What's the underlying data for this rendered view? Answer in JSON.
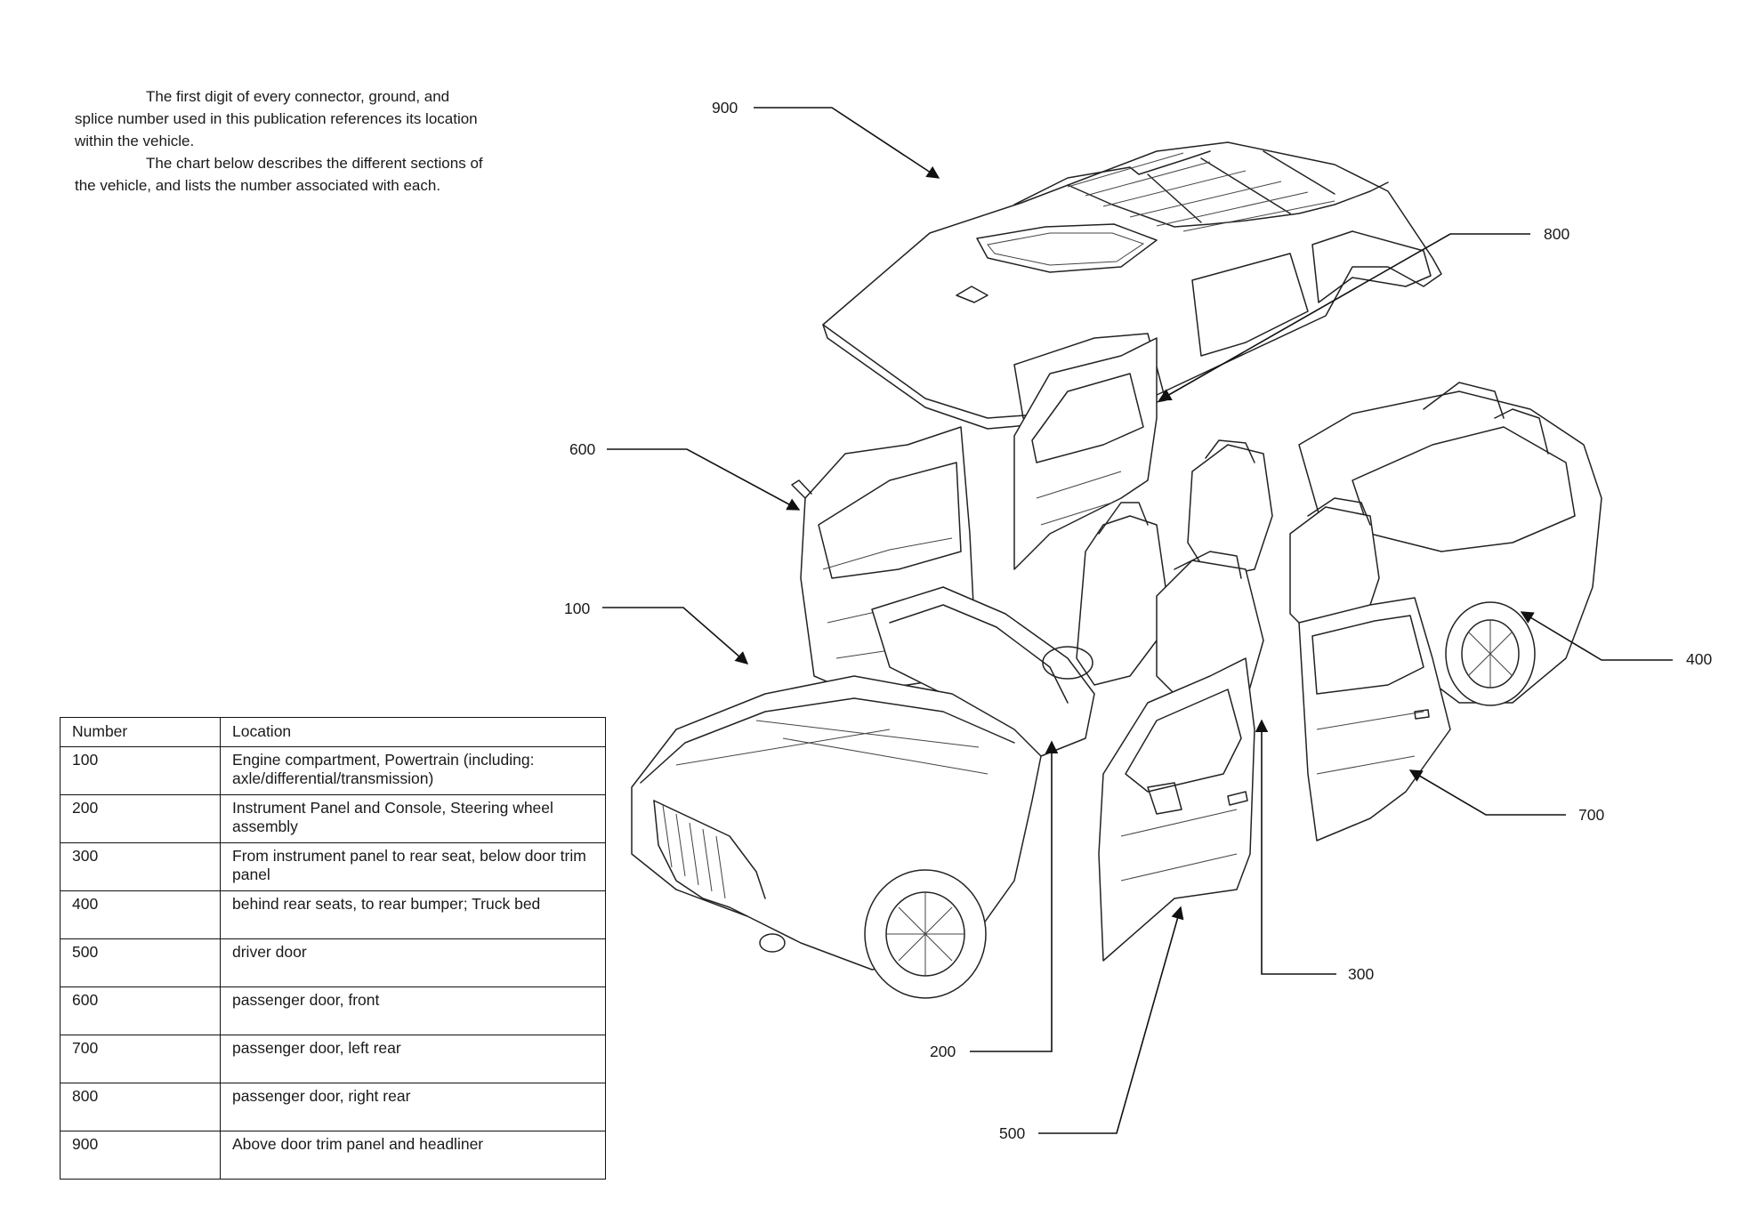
{
  "intro": {
    "paragraph1": "The first digit of every connector, ground, and splice number used in this publication references its location within the vehicle.",
    "paragraph2": "The chart below describes the different sections of the vehicle, and lists the number associated with each."
  },
  "table": {
    "headers": {
      "number": "Number",
      "location": "Location"
    },
    "rows": [
      {
        "number": "100",
        "location": "Engine compartment, Powertrain (including: axle/differential/transmission)"
      },
      {
        "number": "200",
        "location": "Instrument Panel and Console, Steering wheel assembly"
      },
      {
        "number": "300",
        "location": "From instrument panel to rear seat, below door trim panel"
      },
      {
        "number": "400",
        "location": "behind rear seats, to rear bumper;  Truck bed"
      },
      {
        "number": "500",
        "location": "driver door"
      },
      {
        "number": "600",
        "location": "passenger door, front"
      },
      {
        "number": "700",
        "location": "passenger door, left rear"
      },
      {
        "number": "800",
        "location": "passenger door, right rear"
      },
      {
        "number": "900",
        "location": "Above door trim panel and headliner"
      }
    ]
  },
  "callouts": {
    "c100": "100",
    "c200": "200",
    "c300": "300",
    "c400": "400",
    "c500": "500",
    "c600": "600",
    "c700": "700",
    "c800": "800",
    "c900": "900"
  }
}
